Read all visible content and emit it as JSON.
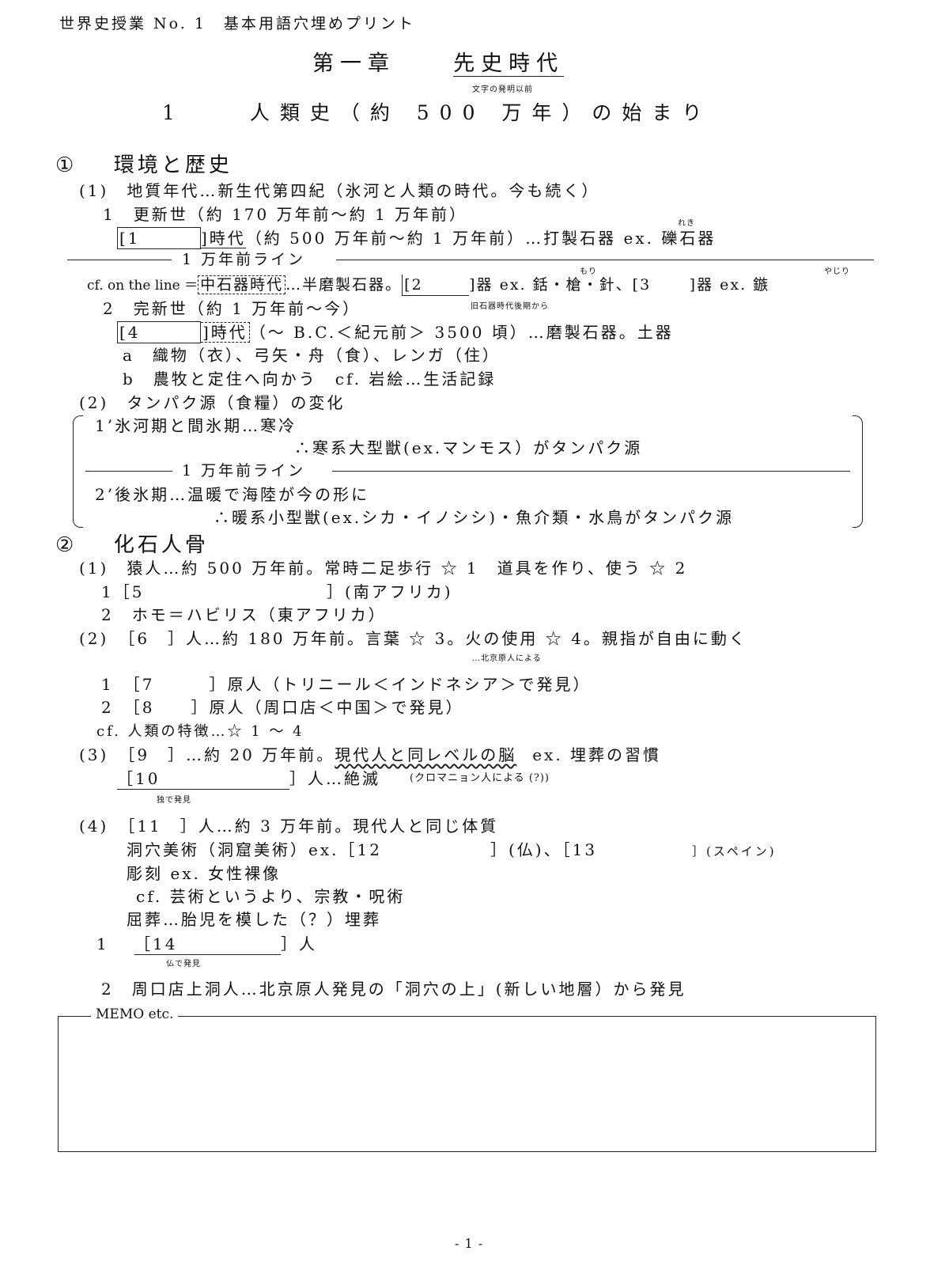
{
  "header": {
    "course": "世界史授業 No. 1　基本用語穴埋めプリント"
  },
  "chapter": {
    "no": "第一章",
    "title": "先史時代",
    "title_note": "文字の発明以前"
  },
  "section": {
    "no": "1",
    "title": "人類史（約 500 万年）の始まり"
  },
  "part1": {
    "heading_num": "①",
    "heading": "環境と歴史",
    "geo": "(1)　地質年代…新生代第四紀（氷河と人類の時代。今も続く）",
    "pleist": "1　更新世（約 170 万年前～約 1 万年前）",
    "blank1": "[1",
    "blank1_suffix": "]時代",
    "blank1_rest": "（約 500 万年前～約 1 万年前）…打製石器 ex. 礫石器",
    "ruby_reki": "れき",
    "line_label": "1 万年前ライン",
    "cf_prefix": "cf. on the line ＝",
    "mesolithic": "中石器時代",
    "cf_rest_a": "…半磨製石器。",
    "blank2": "[2",
    "cf_rest_b": "]器 ex. 銛・槍・針、",
    "blank3": "[3",
    "cf_rest_c": "]器 ex. 鏃",
    "ruby_mori": "もり",
    "ruby_yajiri": "やじり",
    "holo": "2　完新世（約 1 万年前～今）",
    "holo_note": "旧石器時代後期から",
    "blank4": "[4",
    "blank4_suffix": "]時代",
    "blank4_rest": "（～ B.C.＜紀元前＞ 3500 頃）…磨製石器。土器",
    "item_a": "a　織物（衣）、弓矢・舟（食）、レンガ（住）",
    "item_b": "b　農牧と定住へ向かう　cf. 岩絵…生活記録",
    "protein": "(2)　タンパク源（食糧）の変化",
    "ice1": "1’氷河期と間氷期…寒冷",
    "ice1b": "∴寒系大型獣(ex.マンモス）がタンパク源",
    "line_label2": "1 万年前ライン",
    "ice2": "2’後氷期…温暖で海陸が今の形に",
    "ice2b": "∴暖系小型獣(ex.シカ・イノシシ)・魚介類・水鳥がタンパク源"
  },
  "part2": {
    "heading_num": "②",
    "heading": "化石人骨",
    "ape": "(1)　猿人…約 500 万年前。常時二足歩行 ☆ 1　道具を作り、使う ☆ 2",
    "ape1": "1［5",
    "ape1_end": "］(南アフリカ)",
    "ape2": "2　ホモ＝ハビリス（東アフリカ）",
    "homo6": "(2)　［6　］人…約 180 万年前。言葉 ☆ 3。火の使用 ☆ 4。親指が自由に動く",
    "homo6_note": "…北京原人による",
    "java": "1　［7　　　］原人（トリニール＜インドネシア＞で発見）",
    "peking": "2　［8　　］原人（周口店＜中国＞で発見）",
    "cf_traits": "cf. 人類の特徴…☆ 1 ～ 4",
    "neo_a": "(3)　［9　］…約 20 万年前。",
    "neo_wavy": "現代人と同レベルの脳",
    "neo_b": "ex. 埋葬の習慣",
    "blank10": "［10",
    "blank10_end": "］人…絶滅",
    "blank10_note": "(クロマニョン人による (?))",
    "note_de": "独で発見",
    "sap": "(4)　［11　］人…約 3 万年前。現代人と同じ体質",
    "cave": "洞穴美術（洞窟美術）ex.［12",
    "cave_mid": "］(仏)、［13",
    "cave_end": "］(スペイン)",
    "sculpt": "彫刻 ex. 女性裸像",
    "cf_art": "cf. 芸術というより、宗教・呪術",
    "burial": "屈葬…胎児を模した（？）埋葬",
    "blank14_num": "1",
    "blank14": "［14",
    "blank14_end": "］人",
    "note_fr": "仏で発見",
    "upper_cave": "2　周口店上洞人…北京原人発見の「洞穴の上」(新しい地層）から発見"
  },
  "memo": {
    "label": "MEMO etc."
  },
  "page": {
    "number": "- 1 -"
  }
}
